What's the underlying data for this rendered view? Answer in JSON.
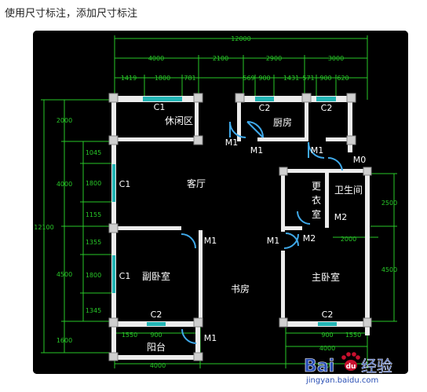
{
  "caption": "使用尺寸标注，添加尺寸标注",
  "colors": {
    "dim": "#28c828",
    "wall": "#c8c8c8",
    "fill": "#ececec",
    "door": "#3fa8e8",
    "window": "#23b5b5",
    "text": "#ffffff",
    "background": "#000000"
  },
  "dims": {
    "top_total": "12000",
    "top_mid": [
      "4000",
      "2100",
      "2900",
      "3000"
    ],
    "top_inner": [
      "1419",
      "1800",
      "781",
      "569",
      "900",
      "1431",
      "571",
      "900",
      "620"
    ],
    "left_outer": "12100",
    "left_mid": [
      "2000",
      "4000",
      "4500",
      "1600"
    ],
    "left_inner": [
      "1045",
      "1800",
      "1155",
      "1355",
      "1800",
      "1345"
    ],
    "right_mid": [
      "2500",
      "4500"
    ],
    "right_small": "2000",
    "bottom_inner": [
      "1550",
      "900",
      "900",
      "1550"
    ],
    "bottom_mid": "4000",
    "bottom_outer": [
      "4000",
      "4000"
    ]
  },
  "rooms": {
    "leisure": "休闲区",
    "kitchen": "厨房",
    "living": "客厅",
    "bathroom": "卫生间",
    "dressing": [
      "更",
      "衣",
      "室"
    ],
    "second_bedroom": "副卧室",
    "study": "书房",
    "master_bedroom": "主卧室",
    "balcony": "阳台"
  },
  "labels": {
    "c1_top": "C1",
    "c2_kitchen": "C2",
    "c2_right": "C2",
    "c1_left_upper": "C1",
    "c1_left_lower": "C1",
    "c2_bottom_left": "C2",
    "c2_bottom_right": "C2",
    "m1_kitchen_a": "M1",
    "m1_kitchen_b": "M1",
    "m1_right_top": "M1",
    "m0": "M0",
    "m2_bath": "M2",
    "m2_dress": "M2",
    "m1_second_bed": "M1",
    "m1_master_bed": "M1",
    "m1_balcony": "M1"
  },
  "watermark": {
    "brand": "Bai",
    "brand_cn": "经验",
    "url": "jingyan.baidu.com"
  }
}
